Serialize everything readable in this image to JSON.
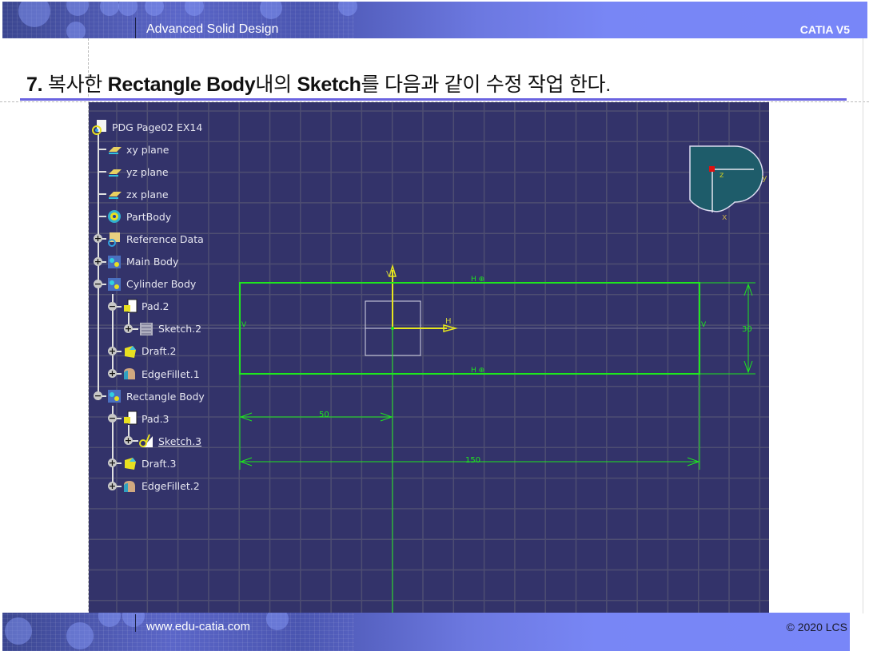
{
  "header": {
    "course_title": "Advanced Solid Design",
    "brand": "CATIA V5"
  },
  "step": {
    "number": "7.",
    "parts": [
      {
        "text": " 복사한 ",
        "bold": false
      },
      {
        "text": "Rectangle Body",
        "bold": true
      },
      {
        "text": "내의 ",
        "bold": false
      },
      {
        "text": "Sketch",
        "bold": true
      },
      {
        "text": "를 다음과 같이 수정 작업 한다.",
        "bold": false
      }
    ]
  },
  "spec_tree": {
    "root": {
      "label": "PDG Page02 EX14",
      "icon": "part-document-icon"
    },
    "items": [
      {
        "label": "xy plane",
        "icon": "plane-icon",
        "level": 1,
        "toggle": null
      },
      {
        "label": "yz plane",
        "icon": "plane-icon",
        "level": 1,
        "toggle": null
      },
      {
        "label": "zx plane",
        "icon": "plane-icon",
        "level": 1,
        "toggle": null
      },
      {
        "label": "PartBody",
        "icon": "partbody-gear-icon",
        "level": 1,
        "toggle": null
      },
      {
        "label": "Reference Data",
        "icon": "reference-data-icon",
        "level": 1,
        "toggle": "+"
      },
      {
        "label": "Main Body",
        "icon": "body-icon",
        "level": 1,
        "toggle": "+"
      },
      {
        "label": "Cylinder Body",
        "icon": "body-icon",
        "level": 1,
        "toggle": "-"
      },
      {
        "label": "Pad.2",
        "icon": "pad-icon",
        "level": 2,
        "toggle": "-"
      },
      {
        "label": "Sketch.2",
        "icon": "sketch-icon",
        "level": 3,
        "toggle": "+"
      },
      {
        "label": "Draft.2",
        "icon": "draft-icon",
        "level": 2,
        "toggle": "+"
      },
      {
        "label": "EdgeFillet.1",
        "icon": "edge-fillet-icon",
        "level": 2,
        "toggle": "+"
      },
      {
        "label": "Rectangle Body",
        "icon": "body-icon",
        "level": 1,
        "toggle": "-"
      },
      {
        "label": "Pad.3",
        "icon": "pad-icon",
        "level": 2,
        "toggle": "-"
      },
      {
        "label": "Sketch.3",
        "icon": "sketch-edit-icon",
        "level": 3,
        "toggle": "+",
        "selected": true
      },
      {
        "label": "Draft.3",
        "icon": "draft-icon",
        "level": 2,
        "toggle": "+"
      },
      {
        "label": "EdgeFillet.2",
        "icon": "edge-fillet-icon",
        "level": 2,
        "toggle": "+"
      }
    ]
  },
  "compass": {
    "axis_labels": {
      "z": "z",
      "y": "y",
      "x": "x"
    }
  },
  "sketch": {
    "axis_labels": {
      "h": "H",
      "v": "V"
    },
    "constraints": {
      "top_edge": "H ⊕",
      "bottom_edge": "H ⊕",
      "left_edge": "V",
      "right_edge": "V"
    },
    "dimensions": {
      "height": "30",
      "offset_from_origin": "50",
      "width": "150"
    },
    "colors": {
      "geometry": "#1ee61e",
      "axis": "#e6e61e",
      "background": "#33336a",
      "grid": "#4e4e72"
    }
  },
  "footer": {
    "url": "www.edu-catia.com",
    "copyright": "© 2020 LCS"
  }
}
